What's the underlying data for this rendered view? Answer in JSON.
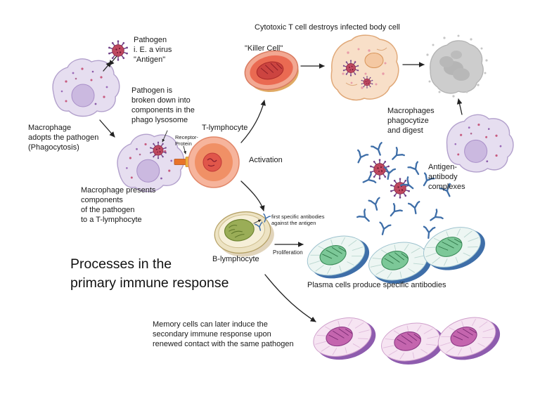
{
  "diagram": {
    "title": "Processes in the\nprimary immune response",
    "labels": {
      "pathogen": "Pathogen\ni. E. a virus\n\"Antigen\"",
      "cytotoxic": "Cytotoxic T cell destroys infected body cell",
      "killer_cell": "\"Killer Cell\"",
      "pathogen_broken_down": "Pathogen is\nbroken down into\ncomponents in the\nphago lysosome",
      "macrophage_adopts": "Macrophage\nadopts the pathogen\n(Phagocytosis)",
      "t_lymphocyte": "T-lymphocyte",
      "receptor_protein": "Receptor-\nProtein",
      "activation": "Activation",
      "macrophages_phagocytize": "Macrophages\nphagocytize\nand digest",
      "antigen_antibody_complexes": "Antigen-\nantibody\ncomplexes",
      "macrophage_presents": "Macrophage presents\ncomponents\nof the pathogen\nto a T-lymphocyte",
      "first_specific_antibodies": "first specific antibodies\nagainst the antigen",
      "b_lymphocyte": "B-lymphocyte",
      "proliferation": "Proliferation",
      "plasma_cells": "Plasma cells produce specific antibodies",
      "memory_cells": "Memory cells can later induce the\nsecondary immune response upon\nrenewed contact with the same pathogen"
    },
    "palette": {
      "arrow": "#222222",
      "antibody-blue": "#3e6ea8",
      "macrophage-fill": "#e6def0",
      "macrophage-stroke": "#b2a0cc",
      "virus-red": "#c24a62",
      "t-lymphocyte-orange": "#f09066",
      "killer-red": "#cc4440",
      "plasma-rim-blue": "#3e6ea8",
      "plasma-nucleus-green": "#7cc898",
      "memory-purple": "#8e5cae",
      "memory-nucleus-magenta": "#c465ae",
      "b-cell-olive": "#9aad57"
    }
  }
}
